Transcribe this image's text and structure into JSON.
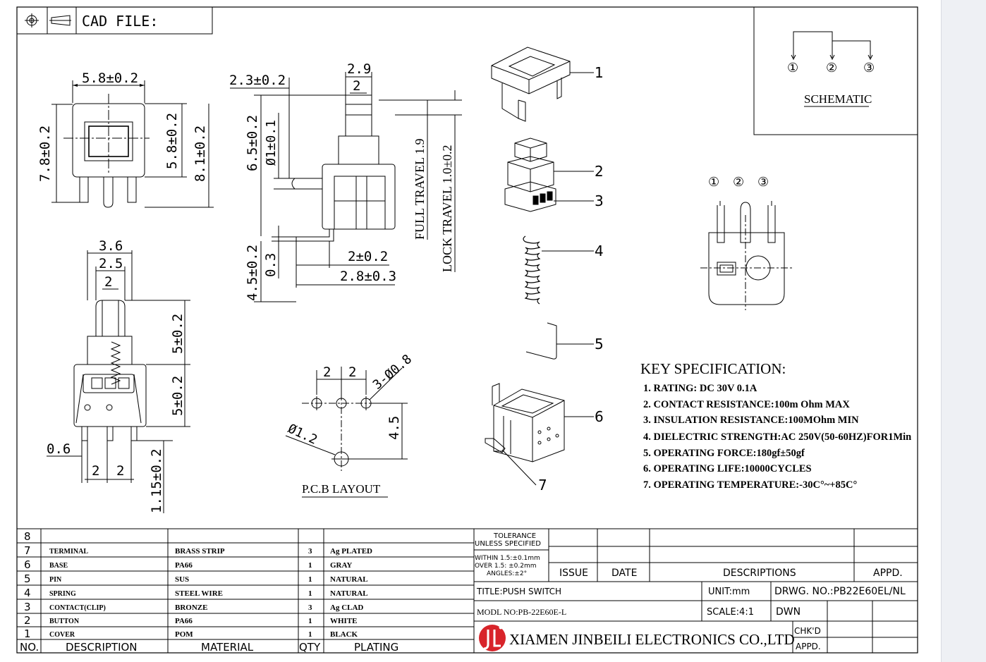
{
  "title_block": {
    "cad_file_label": "CAD FILE:"
  },
  "schematic": {
    "title": "SCHEMATIC",
    "pins": [
      "①",
      "②",
      "③"
    ]
  },
  "dimensions": {
    "top_width": "5.8±0.2",
    "left_height": "7.8±0.2",
    "inner_height": "5.8±0.2",
    "total_height": "8.1±0.2",
    "side_offset": "2.3±0.2",
    "plunger_width": "2.9",
    "plunger_inner": "2",
    "plunger_length": "6.5±0.2",
    "pin_dia": "Ø1±0.1",
    "full_travel": "FULL TRAVEL 1.9",
    "lock_travel": "LOCK TRAVEL 1.0±0.2",
    "lead_length": "4.5±0.2",
    "lead_thick": "0.3",
    "pitch_a": "2±0.2",
    "pitch_b": "2.8±0.3",
    "front_w1": "3.6",
    "front_w2": "2.5",
    "front_w3": "2",
    "front_h1": "5±0.2",
    "front_h2": "5±0.2",
    "pin_w": "0.6",
    "pin_pitch1": "2",
    "pin_pitch2": "2",
    "pin_len": "1.15±0.2"
  },
  "pcb_layout": {
    "title": "P.C.B LAYOUT",
    "hole_spacing1": "2",
    "hole_spacing2": "2",
    "hole_small": "3-Ø0.8",
    "hole_big": "Ø1.2",
    "hole_offset": "4.5"
  },
  "exploded_parts": {
    "numbers": [
      "1",
      "2",
      "3",
      "4",
      "5",
      "6",
      "7"
    ]
  },
  "key_spec": {
    "heading": "KEY SPECIFICATION:",
    "items": [
      "1. RATING: DC 30V  0.1A",
      "2. CONTACT RESISTANCE:100m Ohm MAX",
      "3. INSULATION RESISTANCE:100MOhm MIN",
      "4. DIELECTRIC STRENGTH:AC 250V(50-60HZ)FOR1Min",
      "5. OPERATING FORCE:180gf±50gf",
      "6. OPERATING LIFE:10000CYCLES",
      "7. OPERATING TEMPERATURE:-30C°~+85C°"
    ]
  },
  "bom": {
    "headers": [
      "NO.",
      "DESCRIPTION",
      "MATERIAL",
      "QTY",
      "PLATING"
    ],
    "rows": [
      [
        "8",
        "",
        "",
        "",
        ""
      ],
      [
        "7",
        "TERMINAL",
        "BRASS STRIP",
        "3",
        "Ag PLATED"
      ],
      [
        "6",
        "BASE",
        "PA66",
        "1",
        "GRAY"
      ],
      [
        "5",
        "PIN",
        "SUS",
        "1",
        "NATURAL"
      ],
      [
        "4",
        "SPRING",
        "STEEL WIRE",
        "1",
        "NATURAL"
      ],
      [
        "3",
        "CONTACT(CLIP)",
        "BRONZE",
        "3",
        "Ag CLAD"
      ],
      [
        "2",
        "BUTTON",
        "PA66",
        "1",
        "WHITE"
      ],
      [
        "1",
        "COVER",
        "POM",
        "1",
        "BLACK"
      ]
    ]
  },
  "title_info": {
    "tolerance_title_1": "TOLERANCE",
    "tolerance_title_2": "UNLESS SPECIFIED",
    "tolerance_1": "WITHIN 1.5:±0.1mm",
    "tolerance_2": "OVER 1.5: ±0.2mm",
    "tolerance_3": "ANGLES:±2°",
    "issue": "ISSUE",
    "date": "DATE",
    "descriptions": "DESCRIPTIONS",
    "appd": "APPD.",
    "title": "TITLE:PUSH SWITCH",
    "unit": "UNIT:mm",
    "drawing_no": "DRWG. NO.:PB22E60EL/NL",
    "model_no": "MODL NO:PB-22E60E-L",
    "scale": "SCALE:4:1",
    "dwn": "DWN",
    "company": "XIAMEN JINBEILI ELECTRONICS CO.,LTD",
    "chkd": "CHK'D",
    "appd2": "APPD."
  }
}
